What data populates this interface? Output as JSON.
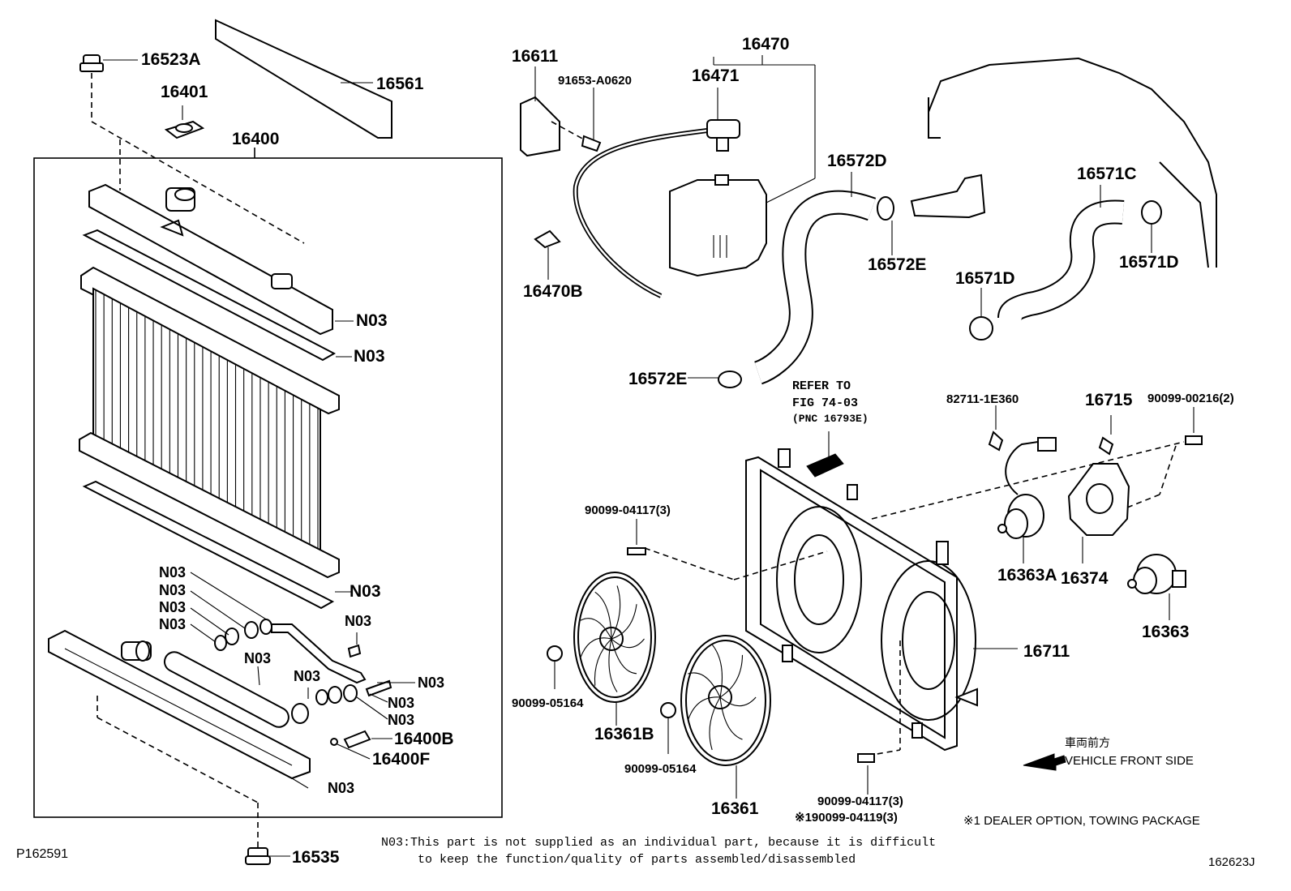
{
  "diagram": {
    "header_id": "P162591",
    "footer_id": "162623J",
    "parts": {
      "p16523A": "16523A",
      "p16401": "16401",
      "p16561": "16561",
      "p16400": "16400",
      "p16611": "16611",
      "p91653": "91653-A0620",
      "p16470": "16470",
      "p16471": "16471",
      "p16470B": "16470B",
      "p16572D": "16572D",
      "p16572E_top": "16572E",
      "p16572E_bottom": "16572E",
      "p16571C": "16571C",
      "p16571D_left": "16571D",
      "p16571D_right": "16571D",
      "p82711": "82711-1E360",
      "p16715": "16715",
      "p90099_00216": "90099-00216(2)",
      "p90099_04117_top": "90099-04117(3)",
      "p16363A": "16363A",
      "p16374": "16374",
      "p16363": "16363",
      "p16711": "16711",
      "p90099_05164_left": "90099-05164",
      "p16361B": "16361B",
      "p90099_05164_right": "90099-05164",
      "p16361": "16361",
      "p90099_04117_bottom": "90099-04117(3)",
      "p90099_04119": "※190099-04119(3)",
      "p16400B": "16400B",
      "p16400F": "16400F",
      "p16535": "16535"
    },
    "n03": "N03",
    "refer": {
      "line1": "REFER TO",
      "line2": "FIG 74-03",
      "line3": "(PNC 16793E)"
    },
    "direction": {
      "jp": "車両前方",
      "en": "VEHICLE FRONT SIDE"
    },
    "dealer_note": "※1 DEALER OPTION, TOWING PACKAGE",
    "n03_note": {
      "line1": "N03:This part is not supplied as an individual part, because it is difficult",
      "line2": "to keep the function/quality of parts assembled/disassembled"
    }
  }
}
